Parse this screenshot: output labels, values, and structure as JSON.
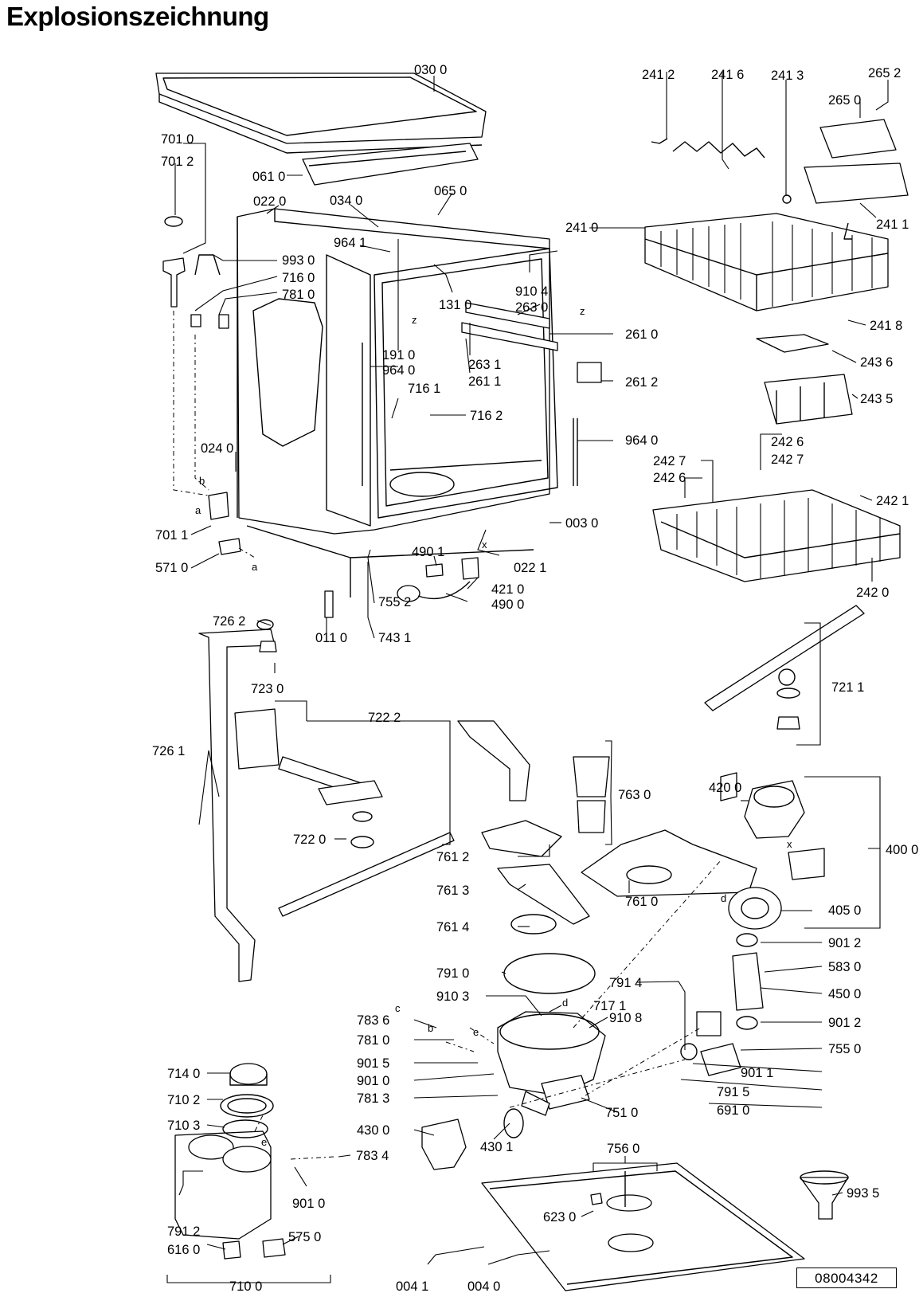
{
  "title": "Explosionszeichnung",
  "document_number": "08004342",
  "part_labels": [
    "030 0",
    "701 0",
    "701 2",
    "061 0",
    "022 0",
    "034 0",
    "065 0",
    "964 1",
    "993 0",
    "716 0",
    "781 0",
    "131 0",
    "910 4",
    "263 0",
    "191 0",
    "964 0",
    "263 1",
    "261 1",
    "261 0",
    "261 2",
    "716 1",
    "716 2",
    "024 0",
    "964 0",
    "003 0",
    "701 1",
    "571 0",
    "490 1",
    "022 1",
    "421 0",
    "490 0",
    "755 2",
    "011 0",
    "743 1",
    "241 2",
    "241 6",
    "241 3",
    "265 2",
    "265 0",
    "241 1",
    "241 0",
    "241 8",
    "243 6",
    "243 5",
    "242 6",
    "242 7",
    "242 7",
    "242 6",
    "242 1",
    "242 0",
    "726 2",
    "723 0",
    "722 2",
    "726 1",
    "722 0",
    "721 1",
    "763 0",
    "420 0",
    "400 0",
    "761 2",
    "761 3",
    "761 0",
    "761 4",
    "405 0",
    "901 2",
    "583 0",
    "450 0",
    "791 0",
    "791 4",
    "910 3",
    "717 1",
    "783 6",
    "910 8",
    "901 2",
    "781 0",
    "755 0",
    "901 5",
    "901 1",
    "901 0",
    "781 3",
    "791 5",
    "751 0",
    "691 0",
    "430 0",
    "430 1",
    "714 0",
    "710 2",
    "710 3",
    "783 4",
    "756 0",
    "993 5",
    "623 0",
    "791 2",
    "901 0",
    "575 0",
    "616 0",
    "710 0",
    "004 1",
    "004 0"
  ],
  "connector_letters": [
    "z",
    "z",
    "x",
    "x",
    "a",
    "b",
    "a",
    "b",
    "c",
    "d",
    "d",
    "e",
    "e"
  ]
}
